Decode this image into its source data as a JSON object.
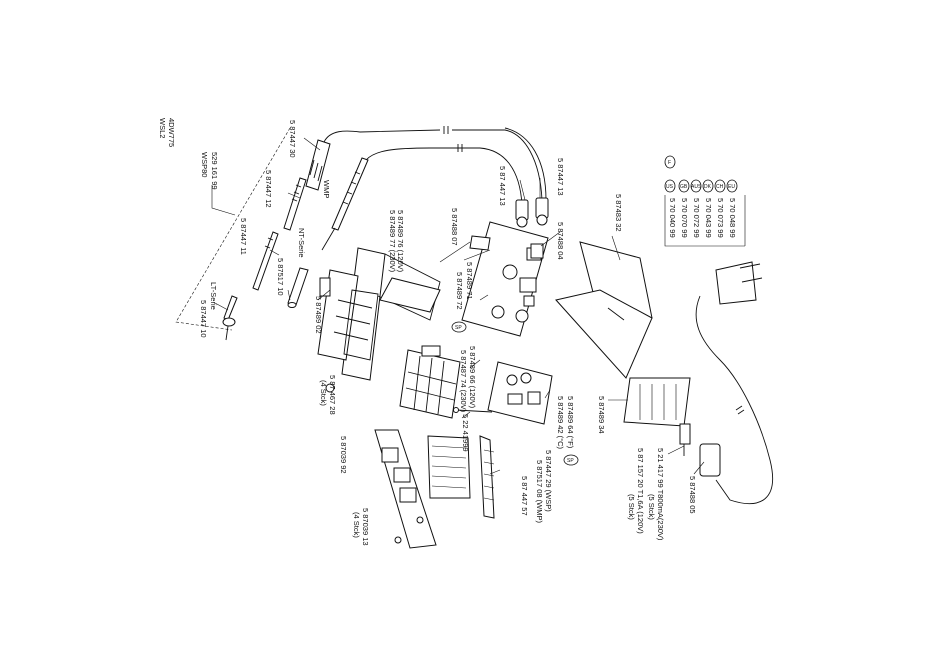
{
  "doc_code": {
    "line1": "4DW775",
    "line2": "WSL2"
  },
  "tool_group": {
    "part": "529 161 99",
    "name": "WSP80"
  },
  "labels": {
    "p1": "5 87447 30",
    "p2": "5 87447 12",
    "p3": "5 87447 11",
    "lt_serie": "LT-Serie",
    "p4": "5 87447 10",
    "nt_serie": "NT-Serie",
    "p5": "5 87517 10",
    "wmp": "WMP",
    "p6": "5 87489 02",
    "p7a": "5 87489 76 (120V)",
    "p7b": "5 87489 77 (230V)",
    "p8": "5 87488 07",
    "p9": "5 87489 71",
    "p10": "5 87489 72",
    "p11": "5 87447 13",
    "p12": "5 87 447 13",
    "p13": "5 87488 04",
    "p14a": "5 87489 66 (120V)",
    "p14b": "5 87487 74 (230V)",
    "p15a": "5 87 467 28",
    "p15b": "(4 Stck)",
    "p16a": "5 87489 64 (°F)",
    "p16b": "5 87489 42 (°C)",
    "p17": "5 22 41999",
    "p18": "5 87039 92",
    "p19a": "5 87447 29 (WSP)",
    "p19b": "5 87517 08 (WMP)",
    "p20": "5 87 447 57",
    "p21a": "5 87039 13",
    "p21b": "(4 Stck)",
    "p22": "5 87483 32",
    "p23": "5 87489 34",
    "p24a": "5 21 417 99 T800mA(230V)",
    "p24b": "(5 Stck)",
    "p24c": "5 87 157 20 T1,6A (120V)",
    "p24d": "(5 Stck)",
    "p25": "5 87488 05"
  },
  "cable_variants": [
    {
      "badge": "EU",
      "part": "5 70 048 99"
    },
    {
      "badge": "CH",
      "part": "5 70 073 99"
    },
    {
      "badge": "DK",
      "part": "5 70 043 99"
    },
    {
      "badge": "AUS",
      "part": "5 70 072 99"
    },
    {
      "badge": "GB",
      "part": "5 70 070 99"
    },
    {
      "badge": "US",
      "part": "5 70 040 99"
    }
  ],
  "badges": {
    "sp1": "SP",
    "sp2": "SP",
    "f_badge": "F"
  }
}
